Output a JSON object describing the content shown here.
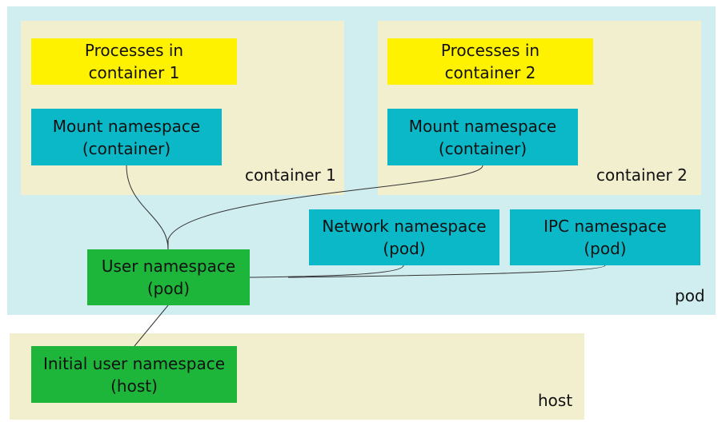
{
  "colors": {
    "pod_bg": "#d0edf0",
    "container_bg": "#f2efcf",
    "host_bg": "#f2efcf",
    "process_box": "#fff200",
    "namespace_box": "#0bb8c8",
    "user_namespace_box": "#1db53a",
    "connector": "#333333"
  },
  "regions": {
    "pod": "pod",
    "container1": "container 1",
    "container2": "container 2",
    "host": "host"
  },
  "boxes": {
    "proc1": [
      "Processes in",
      "container 1"
    ],
    "mount1": [
      "Mount namespace",
      "(container)"
    ],
    "proc2": [
      "Processes in",
      "container 2"
    ],
    "mount2": [
      "Mount namespace",
      "(container)"
    ],
    "network": [
      "Network namespace",
      "(pod)"
    ],
    "ipc": [
      "IPC namespace",
      "(pod)"
    ],
    "user_pod": [
      "User namespace",
      "(pod)"
    ],
    "initial_user": [
      "Initial user namespace",
      "(host)"
    ]
  }
}
